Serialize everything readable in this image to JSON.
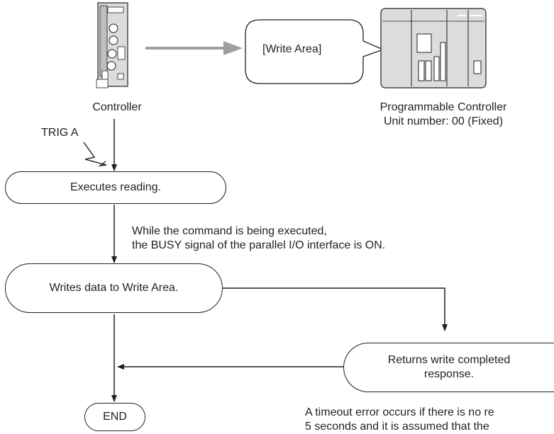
{
  "labels": {
    "controller": "Controller",
    "plc_title": "Programmable Controller",
    "plc_unit": "Unit number: 00 (Fixed)",
    "write_area_bubble": "[Write Area]",
    "trigger": "TRIG A"
  },
  "steps": {
    "execute": "Executes reading.",
    "write": "Writes data to Write Area.",
    "response_line1": "Returns write completed",
    "response_line2": "response.",
    "end": "END"
  },
  "notes": {
    "busy_line1": "While the command is being executed,",
    "busy_line2": "the BUSY signal of the parallel I/O interface is ON.",
    "timeout_line1": "A timeout error occurs if there is no re",
    "timeout_line2": "5 seconds and it is assumed that the"
  },
  "colors": {
    "line": "#231f20",
    "data_arrow": "#9d9fa2",
    "device_fill": "#d9d9d9"
  }
}
